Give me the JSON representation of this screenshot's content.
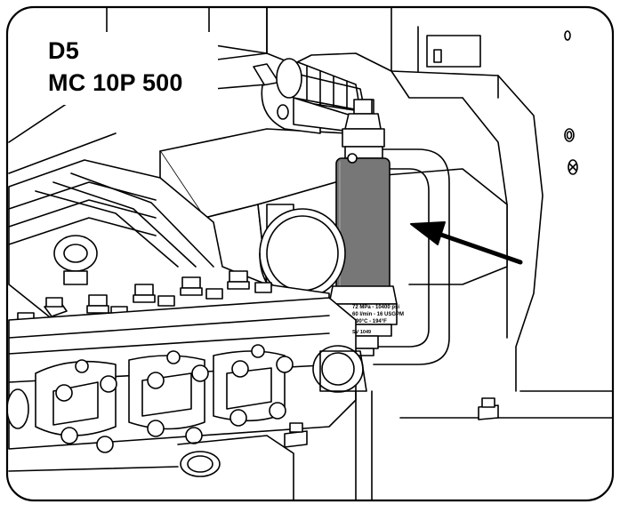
{
  "figure": {
    "code": "D5",
    "model": "MC 10P 500",
    "valve_text": {
      "line1": "72 MPa - 10400 psi",
      "line2": "60 l/min - 16 USGPM",
      "line3": "90°C - 194°F",
      "part": "SV 1049"
    },
    "colors": {
      "outline": "#000000",
      "highlight_part": "#777777",
      "background": "#ffffff"
    },
    "icons": [
      "pointer-arrow"
    ]
  }
}
